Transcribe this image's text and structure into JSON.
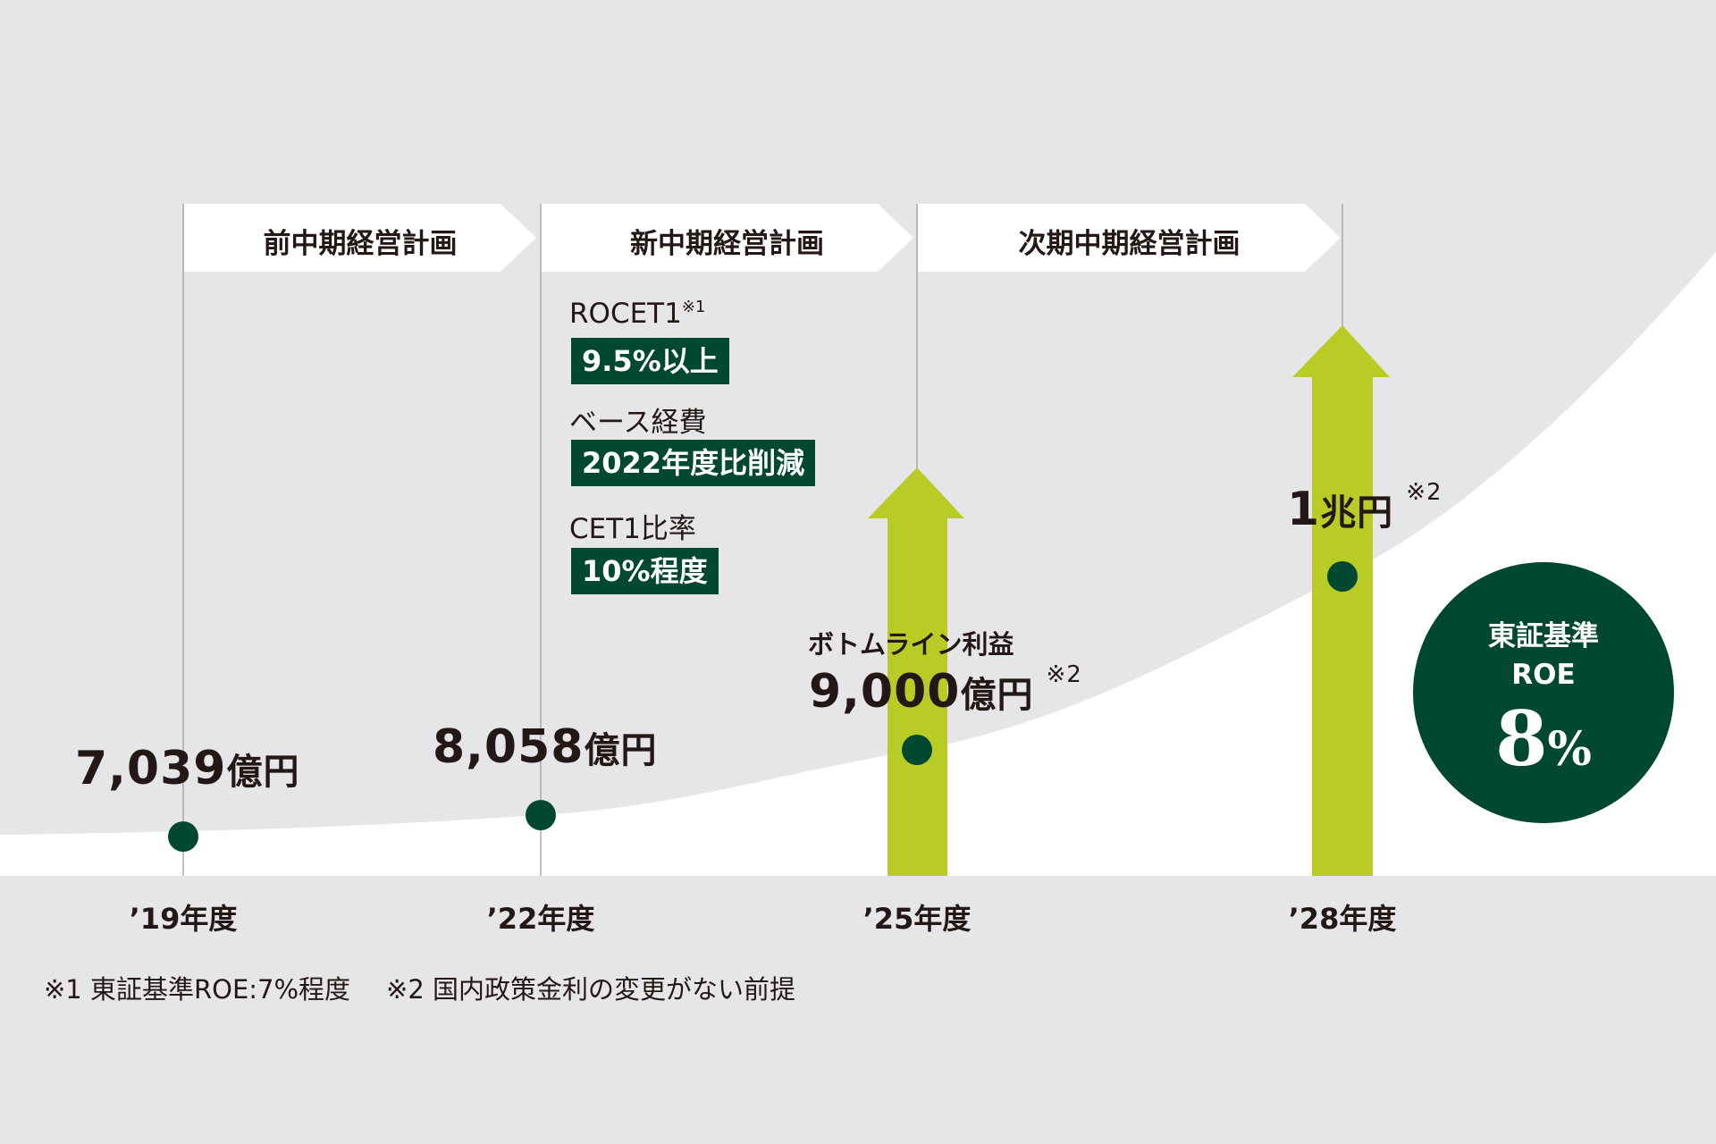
{
  "colors": {
    "background": "#e6e6e8",
    "dark_green": "#004831",
    "lime": "#b8cc25",
    "text": "#231815"
  },
  "plans": [
    {
      "label": "前中期経営計画"
    },
    {
      "label": "新中期経営計画"
    },
    {
      "label": "次期中期経営計画"
    }
  ],
  "milestones": [
    {
      "year": "’19年度",
      "value": "7,039",
      "unit": "億円",
      "note": ""
    },
    {
      "year": "’22年度",
      "value": "8,058",
      "unit": "億円",
      "note": ""
    },
    {
      "year": "’25年度",
      "title": "ボトムライン利益",
      "value": "9,000",
      "unit": "億円",
      "note": "※2"
    },
    {
      "year": "’28年度",
      "value": "1",
      "unit": "兆円",
      "note": "※2"
    }
  ],
  "targets": [
    {
      "label": "ROCET1",
      "note": "※1",
      "value": "9.5%以上"
    },
    {
      "label": "ベース経費",
      "value": "2022年度比削減"
    },
    {
      "label": "CET1比率",
      "value": "10%程度"
    }
  ],
  "roe_badge": {
    "line1": "東証基準",
    "line2": "ROE",
    "value": "8",
    "unit": "%"
  },
  "footnotes": {
    "n1": "※1 東証基準ROE:7%程度",
    "n2": "※2 国内政策金利の変更がない前提"
  }
}
